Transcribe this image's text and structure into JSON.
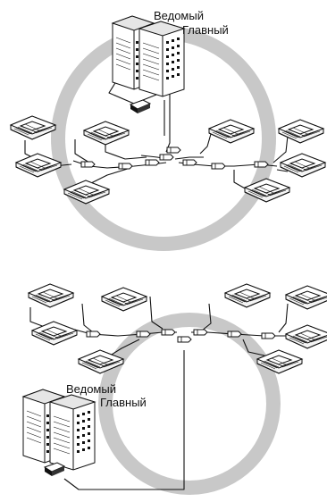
{
  "diagrams": [
    {
      "labels": {
        "slave": "Ведомый",
        "master": "Главный"
      }
    },
    {
      "labels": {
        "slave": "Ведомый",
        "master": "Главный"
      }
    }
  ],
  "colors": {
    "ring": "#c8c8c8",
    "line": "#111111",
    "background": "#ffffff"
  },
  "icons": {
    "outdoor_unit": "outdoor-unit-icon",
    "indoor_unit": "cassette-indoor-unit-icon",
    "branch": "refnet-joint-icon",
    "controller": "controller-box-icon"
  }
}
